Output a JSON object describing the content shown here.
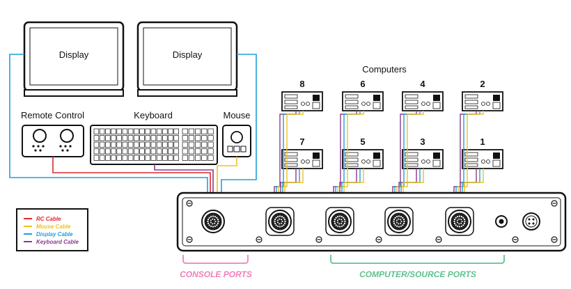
{
  "labels": {
    "display_1": "Display",
    "display_2": "Display",
    "remote_control": "Remote Control",
    "keyboard": "Keyboard",
    "mouse": "Mouse",
    "computers": "Computers"
  },
  "computers": [
    "8",
    "6",
    "4",
    "2",
    "7",
    "5",
    "3",
    "1"
  ],
  "legend": [
    {
      "label": "RC Cable",
      "color": "#e0282e"
    },
    {
      "label": "Mouse Cable",
      "color": "#f0c020"
    },
    {
      "label": "Display Cable",
      "color": "#1ea0d8"
    },
    {
      "label": "Keyboard Cable",
      "color": "#8a3a8e"
    }
  ],
  "ports": {
    "console": "CONSOLE PORTS",
    "console_color": "#f080b8",
    "computer": "COMPUTER/SOURCE PORTS",
    "computer_color": "#60c090"
  }
}
